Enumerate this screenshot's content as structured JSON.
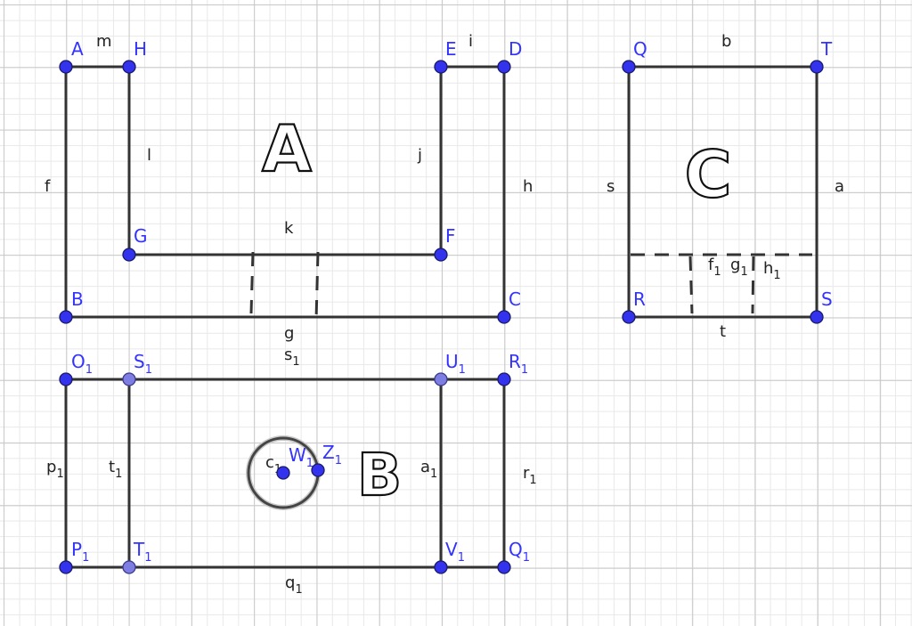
{
  "points": [
    {
      "id": "A",
      "text": "A",
      "sub": ""
    },
    {
      "id": "H",
      "text": "H",
      "sub": ""
    },
    {
      "id": "E",
      "text": "E",
      "sub": ""
    },
    {
      "id": "D",
      "text": "D",
      "sub": ""
    },
    {
      "id": "G",
      "text": "G",
      "sub": ""
    },
    {
      "id": "F",
      "text": "F",
      "sub": ""
    },
    {
      "id": "B",
      "text": "B",
      "sub": ""
    },
    {
      "id": "C",
      "text": "C",
      "sub": ""
    },
    {
      "id": "Q",
      "text": "Q",
      "sub": ""
    },
    {
      "id": "T",
      "text": "T",
      "sub": ""
    },
    {
      "id": "R",
      "text": "R",
      "sub": ""
    },
    {
      "id": "S",
      "text": "S",
      "sub": ""
    },
    {
      "id": "O1",
      "text": "O",
      "sub": "1"
    },
    {
      "id": "S1",
      "text": "S",
      "sub": "1"
    },
    {
      "id": "U1",
      "text": "U",
      "sub": "1"
    },
    {
      "id": "R1",
      "text": "R",
      "sub": "1"
    },
    {
      "id": "P1",
      "text": "P",
      "sub": "1"
    },
    {
      "id": "T1",
      "text": "T",
      "sub": "1"
    },
    {
      "id": "V1",
      "text": "V",
      "sub": "1"
    },
    {
      "id": "Q1",
      "text": "Q",
      "sub": "1"
    },
    {
      "id": "W1",
      "text": "W",
      "sub": "1"
    },
    {
      "id": "Z1",
      "text": "Z",
      "sub": "1"
    }
  ],
  "segment_labels": [
    {
      "id": "m",
      "text": "m",
      "sub": ""
    },
    {
      "id": "i",
      "text": "i",
      "sub": ""
    },
    {
      "id": "b",
      "text": "b",
      "sub": ""
    },
    {
      "id": "l",
      "text": "l",
      "sub": ""
    },
    {
      "id": "j",
      "text": "j",
      "sub": ""
    },
    {
      "id": "f",
      "text": "f",
      "sub": ""
    },
    {
      "id": "h",
      "text": "h",
      "sub": ""
    },
    {
      "id": "s",
      "text": "s",
      "sub": ""
    },
    {
      "id": "a",
      "text": "a",
      "sub": ""
    },
    {
      "id": "k",
      "text": "k",
      "sub": ""
    },
    {
      "id": "g",
      "text": "g",
      "sub": ""
    },
    {
      "id": "t",
      "text": "t",
      "sub": ""
    },
    {
      "id": "f1",
      "text": "f",
      "sub": "1"
    },
    {
      "id": "g1",
      "text": "g",
      "sub": "1"
    },
    {
      "id": "h1",
      "text": "h",
      "sub": "1"
    },
    {
      "id": "s1",
      "text": "s",
      "sub": "1"
    },
    {
      "id": "p1",
      "text": "p",
      "sub": "1"
    },
    {
      "id": "t1",
      "text": "t",
      "sub": "1"
    },
    {
      "id": "a1",
      "text": "a",
      "sub": "1"
    },
    {
      "id": "r1",
      "text": "r",
      "sub": "1"
    },
    {
      "id": "q1",
      "text": "q",
      "sub": "1"
    },
    {
      "id": "c1",
      "text": "c",
      "sub": "1"
    }
  ],
  "shape_letters": [
    {
      "id": "A",
      "text": "A"
    },
    {
      "id": "B",
      "text": "B"
    },
    {
      "id": "C",
      "text": "C"
    }
  ],
  "colors": {
    "point_fill": "#3333ee",
    "point_label": "#3333ff",
    "segment": "#333333",
    "grid_major": "#c8c8c8",
    "grid_minor": "#e8e8e8"
  }
}
